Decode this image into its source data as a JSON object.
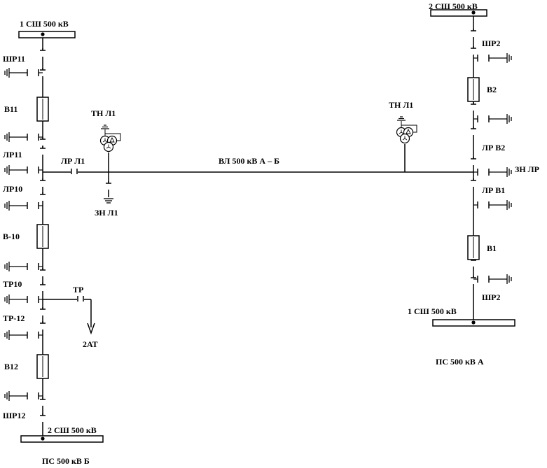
{
  "substation_b": {
    "name": "ПС 500 кВ Б",
    "bus_top": "1 СШ 500 кВ",
    "bus_bottom": "2 СШ 500 кВ",
    "labels": {
      "shr11": "ШР11",
      "v11": "В11",
      "lr11": "ЛР11",
      "lr10": "ЛР10",
      "v10": "В-10",
      "tr10": "ТР10",
      "tr12": "ТР-12",
      "v12": "В12",
      "shr12": "ШР12",
      "tr": "ТР",
      "at2": "2АТ"
    }
  },
  "substation_a": {
    "name": "ПС 500 кВ А",
    "bus_top": "2 СШ 500 кВ",
    "bus_bottom": "1 СШ 500 кВ",
    "labels": {
      "shr2_top": "ШР2",
      "v2": "В2",
      "lr_v2": "ЛР В2",
      "zn_lr": "ЗН ЛР",
      "lr_v1": "ЛР В1",
      "v1": "В1",
      "shr2_bottom": "ШР2"
    }
  },
  "line": {
    "name": "ВЛ 500 кВ А – Б",
    "lr_l1": "ЛР Л1",
    "tn_l1_left": "ТН Л1",
    "zn_l1": "ЗН Л1",
    "tn_l1_right": "ТН Л1"
  },
  "icons": {
    "breaker": "breaker-icon",
    "disconnector": "disconnector-icon",
    "grounding_switch": "grounding-switch-icon",
    "ground": "ground-icon",
    "voltage_transformer": "voltage-transformer-icon",
    "busbar": "busbar-icon"
  }
}
